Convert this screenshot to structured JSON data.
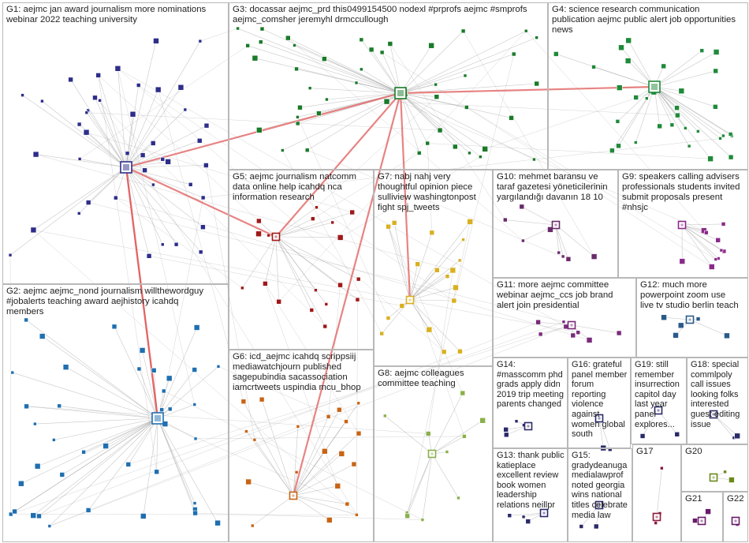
{
  "graph": {
    "title": "",
    "groups": [
      {
        "id": "G1",
        "label": "G1: aejmc jan award journalism more nominations\nwebinar 2022 teaching university",
        "color": "#2d2d8a"
      },
      {
        "id": "G2",
        "label": "G2: aejmc aejmc_nond journalism willthewordguy\n#jobalerts teaching award aejhistory icahdq\nmembers",
        "color": "#1f6fb0"
      },
      {
        "id": "G3",
        "label": "G3: docassar aejmc_prd this0499154500 nodexl #prprofs aejmc #smprofs\naejmc_comsher jeremyhl drmccullough",
        "color": "#1a7a2a"
      },
      {
        "id": "G4",
        "label": "G4: science research communication\npublication aejmc public alert job opportunities\nnews",
        "color": "#1f8a3a"
      },
      {
        "id": "G5",
        "label": "G5: aejmc journalism natcomm\ndata online help icahdq nca\ninformation research",
        "color": "#a01818"
      },
      {
        "id": "G6",
        "label": "G6: icd_aejmc icahdq scrippsiij\nmediawatchjourn published\nsagepubindia sacassociation\niamcrtweets uspindia mcu_bhop",
        "color": "#c86414"
      },
      {
        "id": "G7",
        "label": "G7: nabj nahj very\nthoughtful opinion piece\nsulliview washingtonpost\nfight spj_tweets",
        "color": "#d8b020"
      },
      {
        "id": "G8",
        "label": "G8: aejmc colleagues\ncommittee teaching",
        "color": "#8ab04a"
      },
      {
        "id": "G9",
        "label": "G9: speakers calling advisers\nprofessionals students invited\nsubmit proposals present\n#nhsjc",
        "color": "#8a2a8a"
      },
      {
        "id": "G10",
        "label": "G10: mehmet baransu ve\ntaraf gazetesi yöneticilerinin\nyargılandığı davanın 18 10",
        "color": "#6a2a6a"
      },
      {
        "id": "G11",
        "label": "G11: more aejmc committee\nwebinar aejmc_ccs job brand\nalert join presidential",
        "color": "#7a2a7a"
      },
      {
        "id": "G12",
        "label": "G12: much more\npowerpoint zoom use\nlive tv studio berlin teach",
        "color": "#2a5a8a"
      },
      {
        "id": "G13",
        "label": "G13: thank public\nkatieplace\nexcellent review\nbook women\nleadership\nrelations neillpr",
        "color": "#2a2a6a"
      },
      {
        "id": "G14",
        "label": "G14:\n#masscomm phd\ngrads apply didn\n2019 trip meeting\nparents changed",
        "color": "#2a2a6a"
      },
      {
        "id": "G15",
        "label": "G15:\ngradydeanuga\nmedialawprof\nnoted georgia\nwins national\ntitles celebrate\nmedia law",
        "color": "#2a2a6a"
      },
      {
        "id": "G16",
        "label": "G16: grateful\npanel member\nforum\nreporting\nviolence\nagainst\nwomen global\nsouth",
        "color": "#2a2a6a"
      },
      {
        "id": "G17",
        "label": "G17",
        "color": "#8a1a3a"
      },
      {
        "id": "G18",
        "label": "G18: special\ncommlpoly\ncall issues\nlooking folks\ninterested\nguest editing\nissue",
        "color": "#2a2a6a"
      },
      {
        "id": "G19",
        "label": "G19: still\nremember\ninsurrection\ncapitol day\nlast year\npanel\nexplores...",
        "color": "#2a2a6a"
      },
      {
        "id": "G20",
        "label": "G20",
        "color": "#6a8a1a"
      },
      {
        "id": "G21",
        "label": "G21",
        "color": "#6a1a6a"
      },
      {
        "id": "G22",
        "label": "G22",
        "color": "#6a1a6a"
      }
    ]
  }
}
